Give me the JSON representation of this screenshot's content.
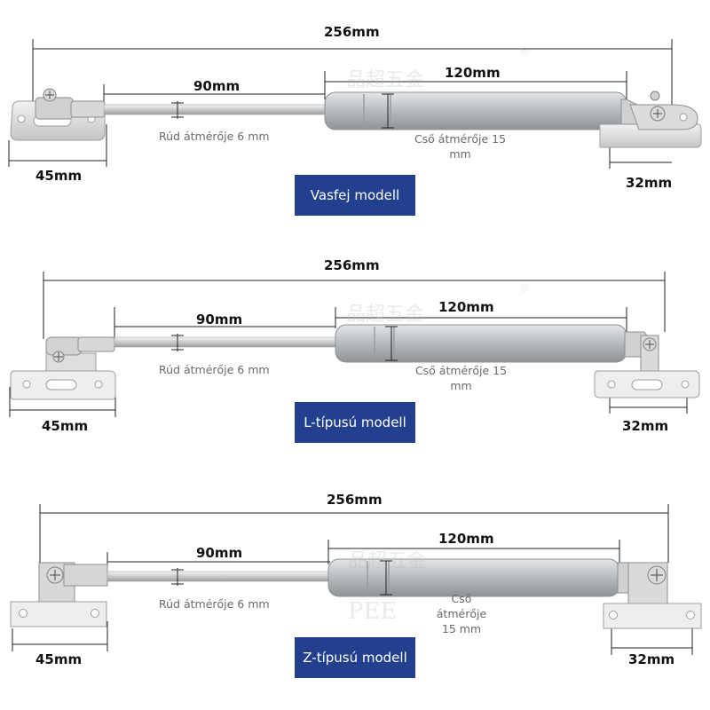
{
  "models": [
    {
      "id": "vasfej",
      "total_length": "256mm",
      "rod_length": "90mm",
      "tube_length": "120mm",
      "left_mount_width": "45mm",
      "right_mount_width": "32mm",
      "rod_diameter_note": "Rúd átmérője 6 mm",
      "tube_diameter_note": "Cső átmérője 15 mm",
      "model_name": "Vasfej modell"
    },
    {
      "id": "l-tipus",
      "total_length": "256mm",
      "rod_length": "90mm",
      "tube_length": "120mm",
      "left_mount_width": "45mm",
      "right_mount_width": "32mm",
      "rod_diameter_note": "Rúd átmérője 6 mm",
      "tube_diameter_note": "Cső átmérője 15 mm",
      "model_name": "L-típusú modell"
    },
    {
      "id": "z-tipus",
      "total_length": "256mm",
      "rod_length": "90mm",
      "tube_length": "120mm",
      "left_mount_width": "45mm",
      "right_mount_width": "32mm",
      "rod_diameter_note": "Rúd átmérője 6 mm",
      "tube_diameter_note": "Cső átmérője 15 mm",
      "model_name": "Z-típusú modell"
    }
  ],
  "watermark": {
    "brand_cn": "品超五金",
    "brand_latin": "PEE",
    "registered_mark": "®"
  },
  "colors": {
    "dimension_line": "#222222",
    "badge_bg": "#23408f",
    "badge_text": "#ffffff",
    "tube": "#b9bcc0",
    "rod": "#d4d6d8",
    "note_text": "#6a6a6a"
  }
}
